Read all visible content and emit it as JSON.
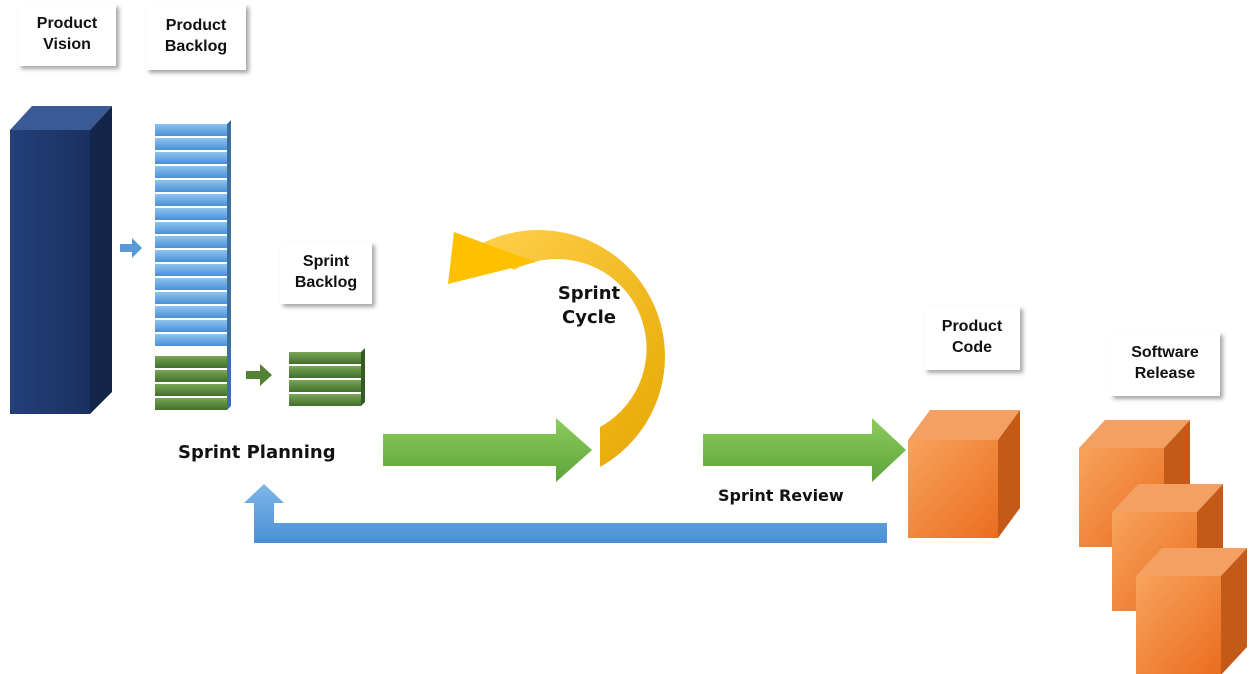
{
  "labels": {
    "product_vision": [
      "Product",
      "Vision"
    ],
    "product_backlog": [
      "Product",
      "Backlog"
    ],
    "sprint_backlog": [
      "Sprint",
      "Backlog"
    ],
    "product_code": [
      "Product",
      "Code"
    ],
    "software_release": [
      "Software",
      "Release"
    ],
    "sprint_cycle": [
      "Sprint",
      "Cycle"
    ],
    "sprint_planning": "Sprint Planning",
    "sprint_review": "Sprint Review"
  },
  "colors": {
    "vision_block": "#1f3864",
    "backlog_blue": "#5b9bd5",
    "backlog_green": "#548235",
    "flow_green": "#70ad47",
    "cycle_yellow": "#ffc000",
    "feedback_blue": "#5b9bd5",
    "code_orange": "#ed7d31"
  }
}
